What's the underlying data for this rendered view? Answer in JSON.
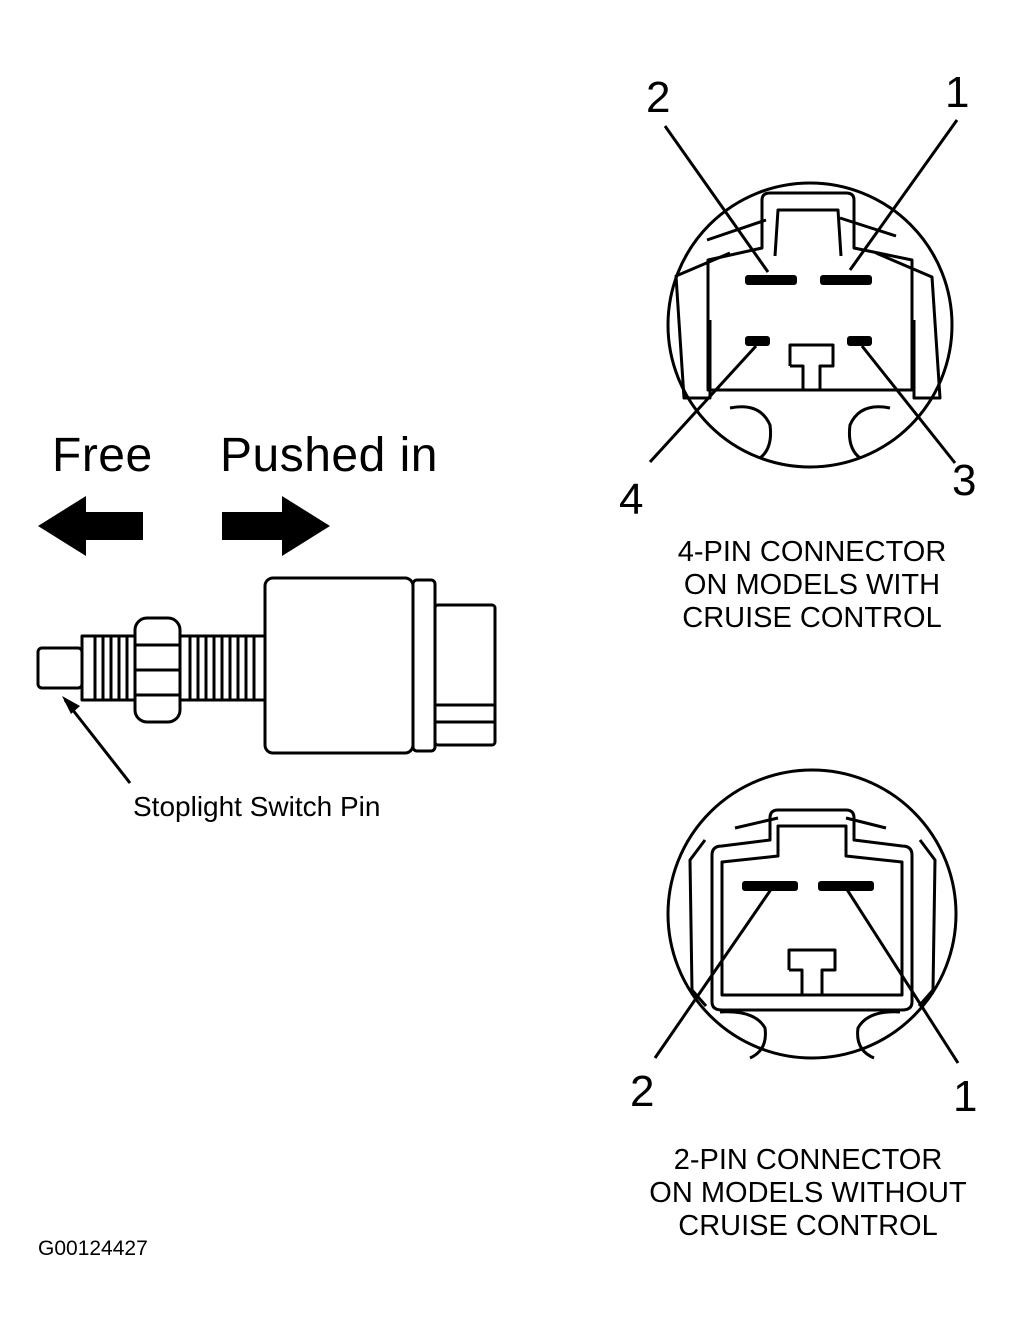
{
  "switch": {
    "free_label": "Free",
    "pushed_label": "Pushed in",
    "pin_label": "Stoplight Switch Pin"
  },
  "connector4": {
    "pins": [
      "1",
      "2",
      "3",
      "4"
    ],
    "caption": [
      "4-PIN CONNECTOR",
      "ON MODELS WITH",
      "CRUISE CONTROL"
    ]
  },
  "connector2": {
    "pins": [
      "1",
      "2"
    ],
    "caption": [
      "2-PIN CONNECTOR",
      "ON MODELS WITHOUT",
      "CRUISE CONTROL"
    ]
  },
  "figure_id": "G00124427"
}
